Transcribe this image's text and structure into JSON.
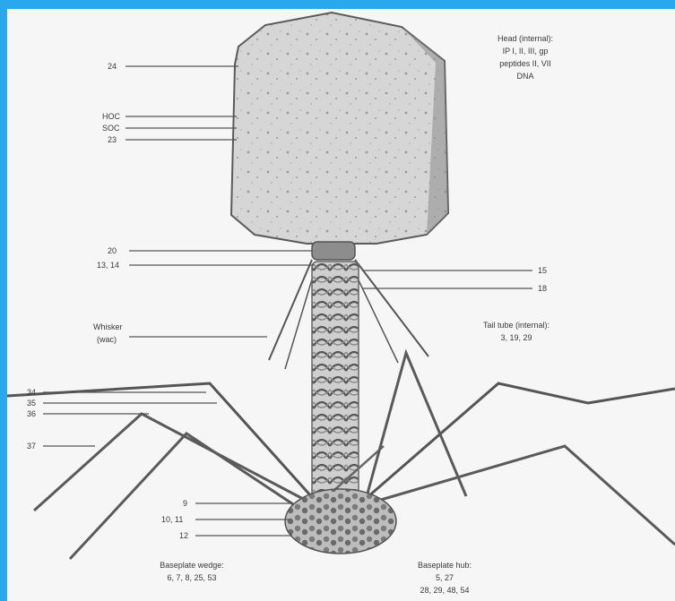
{
  "labels": {
    "head_1": "Head (internal):",
    "head_2": "IP I, II, III, gp",
    "head_3": "peptides II, VII",
    "head_4": "DNA",
    "h24": "24",
    "hoc": "HOC",
    "soc": "SOC",
    "h23": "23",
    "neck_20": "20",
    "neck_1314": "13, 14",
    "n15": "15",
    "n18": "18",
    "whisker_1": "Whisker",
    "whisker_2": "(wac)",
    "tail_1": "Tail tube (internal):",
    "tail_2": "3, 19, 29",
    "f34": "34",
    "f35": "35",
    "f36": "36",
    "f37": "37",
    "b9": "9",
    "b1011": "10, 11",
    "b12": "12",
    "bp_1": "Baseplate wedge:",
    "bp_2": "6, 7, 8, 25, 53",
    "hub_1": "Baseplate hub:",
    "hub_2": "5, 27",
    "hub_3": "28, 29, 48, 54"
  }
}
